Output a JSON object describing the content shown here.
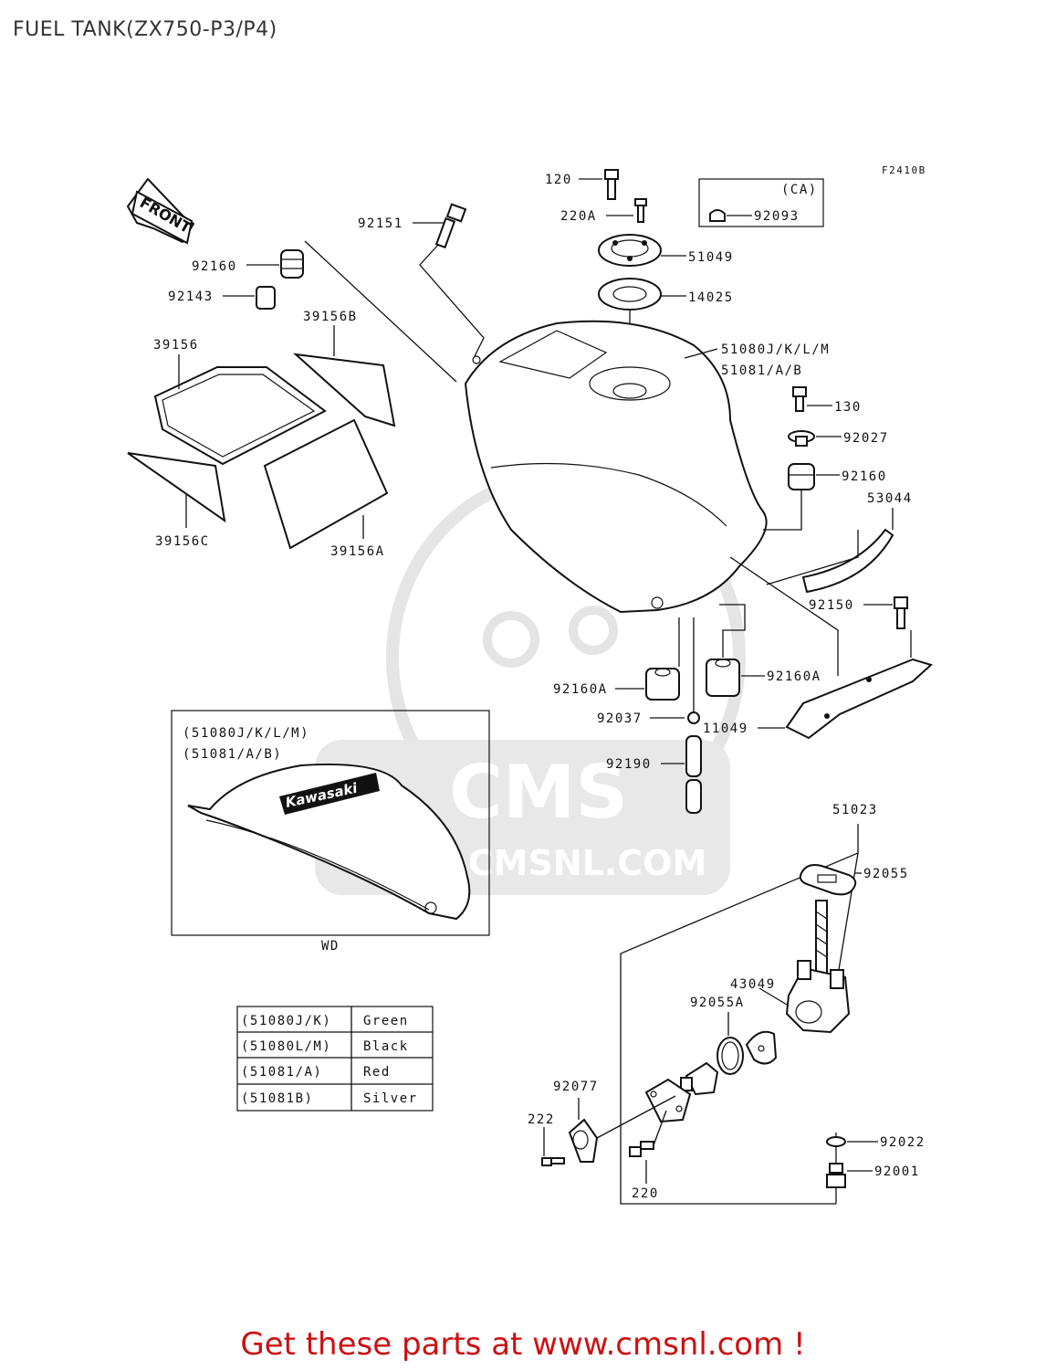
{
  "title": "FUEL TANK(ZX750-P3/P4)",
  "figure_code": "F2410B",
  "front_label": "FRONT",
  "ca_label": "(CA)",
  "watermark": {
    "brand": "CMS",
    "url": "WWW.CMSNL.COM"
  },
  "decal_text": "Kawasaki",
  "inset": {
    "line1": "(51080J/K/L/M)",
    "line2": "(51081/A/B)",
    "caption": "WD"
  },
  "labels": {
    "p120": "120",
    "p220A": "220A",
    "p92093": "92093",
    "p51049": "51049",
    "p14025": "14025",
    "p92151": "92151",
    "p92160_top": "92160",
    "p92143": "92143",
    "p39156B": "39156B",
    "p39156": "39156",
    "p39156C": "39156C",
    "p39156A": "39156A",
    "p51080": "51080J/K/L/M",
    "p51081": "51081/A/B",
    "p130": "130",
    "p92027": "92027",
    "p92160_right": "92160",
    "p53044": "53044",
    "p92150": "92150",
    "p92160A_left": "92160A",
    "p92160A_right": "92160A",
    "p92037": "92037",
    "p11049": "11049",
    "p92190": "92190",
    "p51023": "51023",
    "p92055": "92055",
    "p43049": "43049",
    "p92055A": "92055A",
    "p92077": "92077",
    "p222": "222",
    "p220": "220",
    "p92022": "92022",
    "p92001": "92001"
  },
  "color_table": [
    {
      "part": "(51080J/K)",
      "color": "Green"
    },
    {
      "part": "(51080L/M)",
      "color": "Black"
    },
    {
      "part": "(51081/A)",
      "color": "Red"
    },
    {
      "part": "(51081B)",
      "color": "Silver"
    }
  ],
  "footer": "Get these parts at www.cmsnl.com !"
}
